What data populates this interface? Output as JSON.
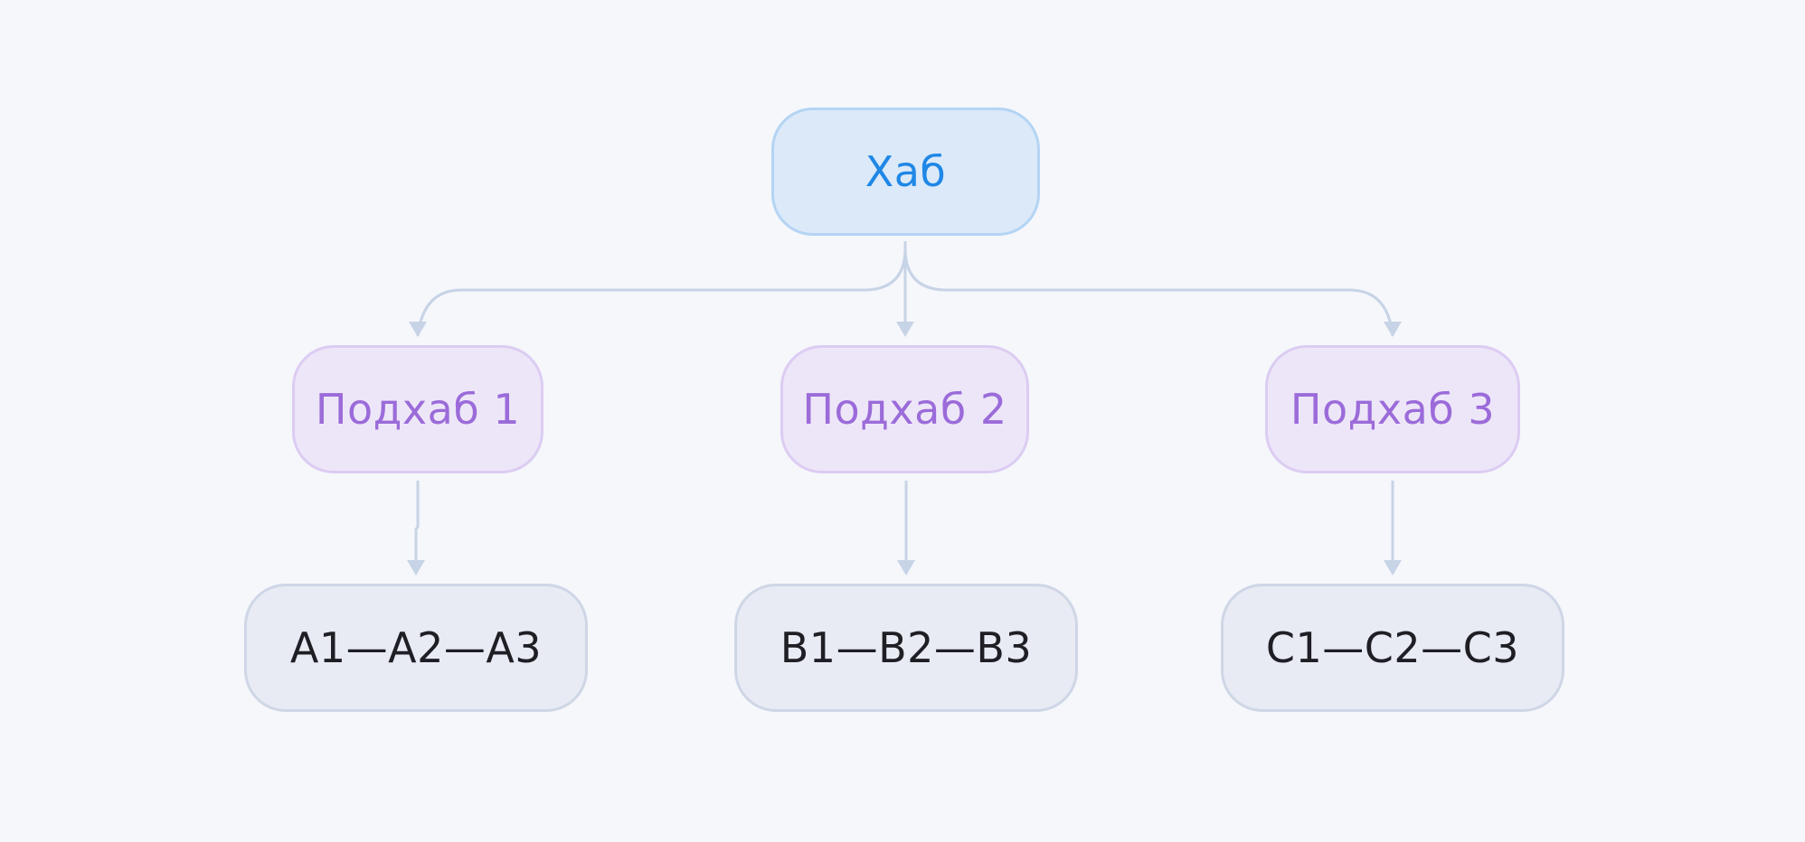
{
  "diagram": {
    "hub": {
      "label": "Хаб"
    },
    "subhubs": [
      {
        "label": "Подхаб 1"
      },
      {
        "label": "Подхаб 2"
      },
      {
        "label": "Подхаб 3"
      }
    ],
    "leaves": [
      {
        "label": "A1—A2—A3"
      },
      {
        "label": "B1—B2—B3"
      },
      {
        "label": "C1—C2—C3"
      }
    ]
  },
  "colors": {
    "background": "#f5f7fb",
    "hub_fill": "#dbe9f9",
    "hub_text": "#1f87e6",
    "subhub_fill": "#ede6f8",
    "subhub_text": "#9b6bd9",
    "leaf_fill": "#e8ebf4",
    "leaf_text": "#1e1e24",
    "edge": "#c7d3e6"
  }
}
